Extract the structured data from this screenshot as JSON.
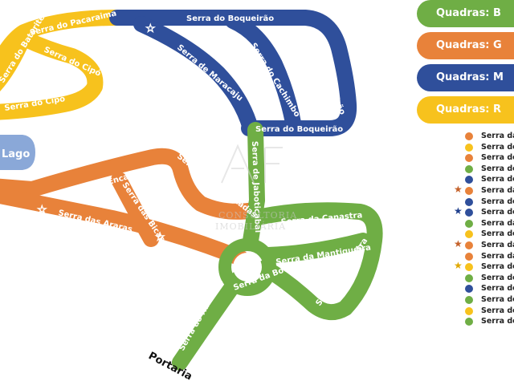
{
  "colors": {
    "green": "#6fae45",
    "orange": "#e8823a",
    "blue": "#2f4f9b",
    "yellow": "#f7c21d",
    "lake": "#8aa8d8",
    "star_orange": "#c4612a",
    "star_blue": "#1f3f8c",
    "star_yellow": "#e0a800"
  },
  "map": {
    "lago_label": "Lago",
    "portaria_label": "Portaria",
    "roads": {
      "pacaraima": "Serra do Pacaraima",
      "baturite": "Serra do Baturité",
      "cipo_upper": "Serra do Cipó",
      "cipo_lower": "Serra do Cipó",
      "boqueirao_top": "Serra do Boqueirão",
      "maracaju": "Serra de Maracaju",
      "cachimbo": "Serra do Cachimbo",
      "boqueirao_right": "Serra do Boqueirão",
      "boqueirao_bottom": "Serra do Boqueirão",
      "jaboticabal": "Serra de Jaboticabal",
      "encantadas_top": "Serra das Encantadas",
      "encantadas_right": "Serra das Encantadas",
      "bicas": "Serra das Bicas",
      "araras": "Serra das Araras",
      "canastra_top": "Serra  da Canastra",
      "canastra_right": "Serra da Canastra",
      "mantiqueira": "Serra da Mantiqueira",
      "bocaina": "Serra da Bocaina",
      "ramalho": "Serra do Ramalho"
    },
    "watermark": {
      "line1": "CONSULTORIA",
      "line2": "IMOBILIÁRIA"
    }
  },
  "legend": {
    "quadras": [
      {
        "label": "Quadras:  B",
        "color": "#6fae45"
      },
      {
        "label": "Quadras:  G",
        "color": "#e8823a"
      },
      {
        "label": "Quadras:  M",
        "color": "#2f4f9b"
      },
      {
        "label": "Quadras:  R",
        "color": "#f7c21d"
      }
    ],
    "streets": [
      {
        "name": "Serra da",
        "dot": "#e8823a",
        "star": null
      },
      {
        "name": "Serra do",
        "dot": "#f7c21d",
        "star": null
      },
      {
        "name": "Serra do",
        "dot": "#e8823a",
        "star": null
      },
      {
        "name": "Serra do",
        "dot": "#6fae45",
        "star": null
      },
      {
        "name": "Serra do",
        "dot": "#2f4f9b",
        "star": null
      },
      {
        "name": "Serra da",
        "dot": "#e8823a",
        "star": "#c4612a"
      },
      {
        "name": "Serra do",
        "dot": "#2f4f9b",
        "star": null
      },
      {
        "name": "Serra do",
        "dot": "#2f4f9b",
        "star": "#1f3f8c"
      },
      {
        "name": "Serra da",
        "dot": "#6fae45",
        "star": null
      },
      {
        "name": "Serra do",
        "dot": "#f7c21d",
        "star": null
      },
      {
        "name": "Serra da",
        "dot": "#e8823a",
        "star": "#c4612a"
      },
      {
        "name": "Serra da",
        "dot": "#e8823a",
        "star": null
      },
      {
        "name": "Serra do",
        "dot": "#f7c21d",
        "star": "#e0a800"
      },
      {
        "name": "Serra de",
        "dot": "#6fae45",
        "star": null
      },
      {
        "name": "Serra de",
        "dot": "#2f4f9b",
        "star": null
      },
      {
        "name": "Serra de",
        "dot": "#6fae45",
        "star": null
      },
      {
        "name": "Serra de",
        "dot": "#f7c21d",
        "star": null
      },
      {
        "name": "Serra do",
        "dot": "#6fae45",
        "star": null
      }
    ]
  }
}
